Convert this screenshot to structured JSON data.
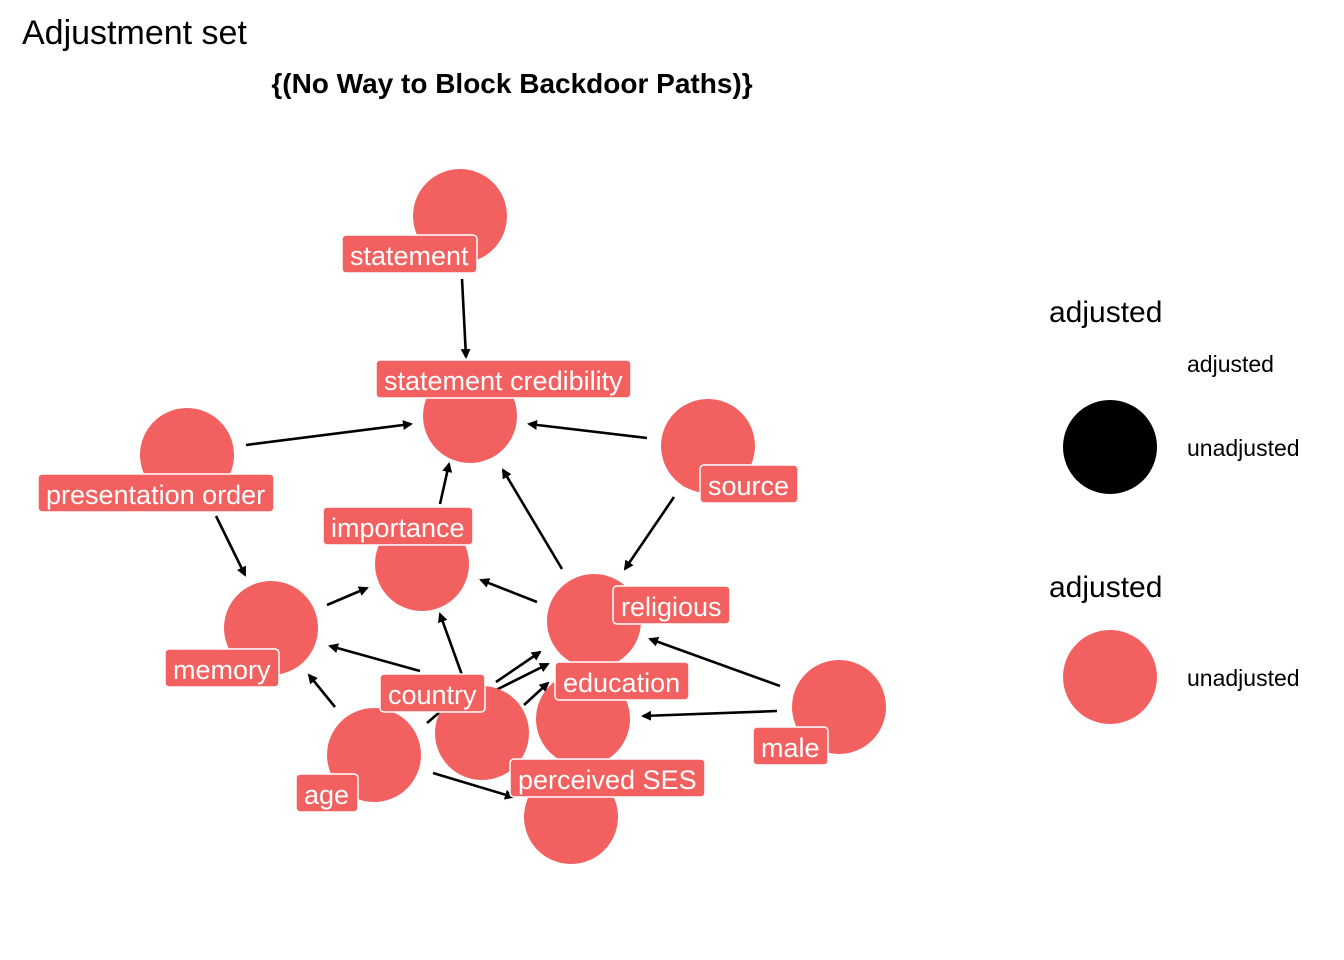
{
  "title": "Adjustment set",
  "subtitle": "{(No Way to Block Backdoor Paths)}",
  "colors": {
    "unadjusted": "#F26060",
    "adjusted": "#000000",
    "edge": "#000000",
    "label_text": "#FFFFFF"
  },
  "nodes": [
    {
      "id": "statement",
      "label": "statement",
      "status": "unadjusted"
    },
    {
      "id": "statement_credibility",
      "label": "statement credibility",
      "status": "unadjusted"
    },
    {
      "id": "presentation_order",
      "label": "presentation order",
      "status": "unadjusted"
    },
    {
      "id": "source",
      "label": "source",
      "status": "unadjusted"
    },
    {
      "id": "importance",
      "label": "importance",
      "status": "unadjusted"
    },
    {
      "id": "religious",
      "label": "religious",
      "status": "unadjusted"
    },
    {
      "id": "memory",
      "label": "memory",
      "status": "unadjusted"
    },
    {
      "id": "country",
      "label": "country",
      "status": "unadjusted"
    },
    {
      "id": "education",
      "label": "education",
      "status": "unadjusted"
    },
    {
      "id": "male",
      "label": "male",
      "status": "unadjusted"
    },
    {
      "id": "age",
      "label": "age",
      "status": "unadjusted"
    },
    {
      "id": "perceived_ses",
      "label": "perceived SES",
      "status": "unadjusted"
    }
  ],
  "edges": [
    {
      "from": "statement",
      "to": "statement_credibility"
    },
    {
      "from": "presentation_order",
      "to": "statement_credibility"
    },
    {
      "from": "source",
      "to": "statement_credibility"
    },
    {
      "from": "importance",
      "to": "statement_credibility"
    },
    {
      "from": "religious",
      "to": "statement_credibility"
    },
    {
      "from": "presentation_order",
      "to": "memory"
    },
    {
      "from": "source",
      "to": "religious"
    },
    {
      "from": "memory",
      "to": "importance"
    },
    {
      "from": "religious",
      "to": "importance"
    },
    {
      "from": "country",
      "to": "importance"
    },
    {
      "from": "country",
      "to": "memory"
    },
    {
      "from": "age",
      "to": "memory"
    },
    {
      "from": "country",
      "to": "religious"
    },
    {
      "from": "country",
      "to": "education"
    },
    {
      "from": "male",
      "to": "religious"
    },
    {
      "from": "male",
      "to": "education"
    },
    {
      "from": "age",
      "to": "perceived_ses"
    },
    {
      "from": "age",
      "to": "religious"
    },
    {
      "from": "age",
      "to": "education"
    }
  ],
  "legend": {
    "groups": [
      {
        "title": "adjusted",
        "items": [
          {
            "label": "adjusted",
            "swatch": "none"
          },
          {
            "label": "unadjusted",
            "swatch": "#000000"
          }
        ]
      },
      {
        "title": "adjusted",
        "items": [
          {
            "label": "unadjusted",
            "swatch": "#F26060"
          }
        ]
      }
    ]
  }
}
